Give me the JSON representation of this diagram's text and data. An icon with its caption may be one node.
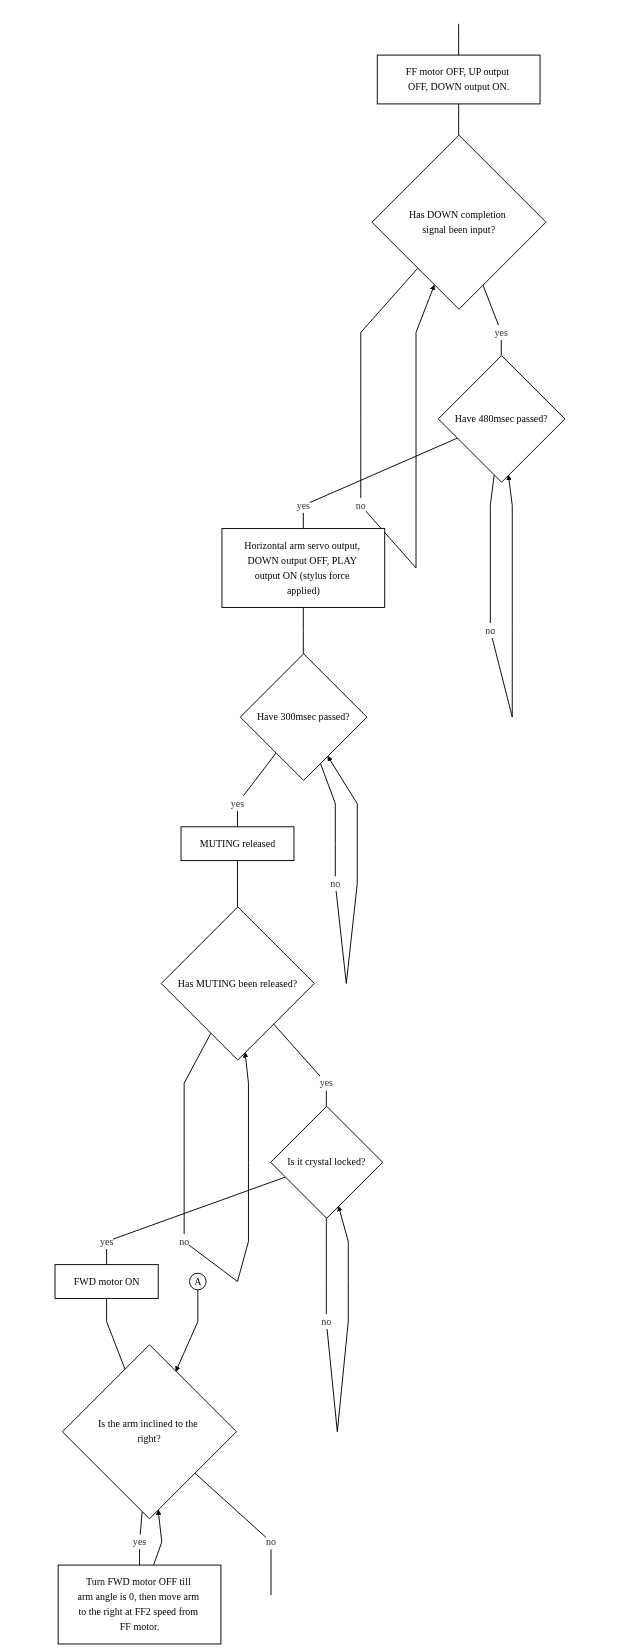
{
  "diagram": {
    "nodes": [
      {
        "text": [
          "FF motor OFF, UP output OFF, DOWN output ON."
        ]
      },
      {
        "text": [
          "Has DOWN completion signal been input?"
        ]
      },
      {
        "text": [
          "Have 480msec passed?"
        ]
      },
      {
        "text": [
          "Horizontal arm servo output, DOWN output OFF, PLAY output ON (stylus force applied)"
        ]
      },
      {
        "text": [
          "Have 300msec passed?"
        ]
      },
      {
        "text": [
          "MUTING released"
        ]
      },
      {
        "text": [
          "Has MUTING been released?"
        ]
      },
      {
        "text": [
          "Is it crystal locked?"
        ]
      },
      {
        "text": [
          "FWD motor ON"
        ]
      },
      {
        "text": [
          "Is the arm inclined to the right?"
        ]
      },
      {
        "text": [
          "Turn FWD motor OFF till arm angle is 0, then move arm to the right at FF2 speed from FF motor."
        ]
      },
      {
        "text": [
          "A"
        ]
      }
    ],
    "edges": [
      {
        "from": null,
        "to": 0,
        "arrow": "none"
      },
      {
        "from": 0,
        "to": 1,
        "arrow": "none"
      },
      {
        "from": 1,
        "to": 1,
        "label": "no",
        "arrow": "to"
      },
      {
        "from": 1,
        "to": 2,
        "label": "yes",
        "arrow": "none"
      },
      {
        "from": 2,
        "to": 2,
        "label": "no",
        "arrow": "to"
      },
      {
        "from": 2,
        "to": 3,
        "label": "yes",
        "arrow": "none"
      },
      {
        "from": 3,
        "to": 4,
        "arrow": "none"
      },
      {
        "from": 4,
        "to": 4,
        "label": "no",
        "arrow": "to"
      },
      {
        "from": 4,
        "to": 5,
        "label": "yes",
        "arrow": "none"
      },
      {
        "from": 5,
        "to": 6,
        "arrow": "none"
      },
      {
        "from": 6,
        "to": 6,
        "label": "no",
        "arrow": "to"
      },
      {
        "from": 6,
        "to": 7,
        "label": "yes",
        "arrow": "none"
      },
      {
        "from": 7,
        "to": 7,
        "label": "no",
        "arrow": "to"
      },
      {
        "from": 7,
        "to": 8,
        "label": "yes",
        "arrow": "none"
      },
      {
        "from": 8,
        "to": 9,
        "arrow": "none"
      },
      {
        "from": 9,
        "to": 10,
        "label": "yes",
        "arrow": "none"
      },
      {
        "from": 10,
        "to": 9,
        "arrow": "to"
      },
      {
        "from": 11,
        "to": 9,
        "arrow": "to"
      },
      {
        "from": 9,
        "to": null,
        "label": "no",
        "arrow": "none"
      }
    ]
  }
}
